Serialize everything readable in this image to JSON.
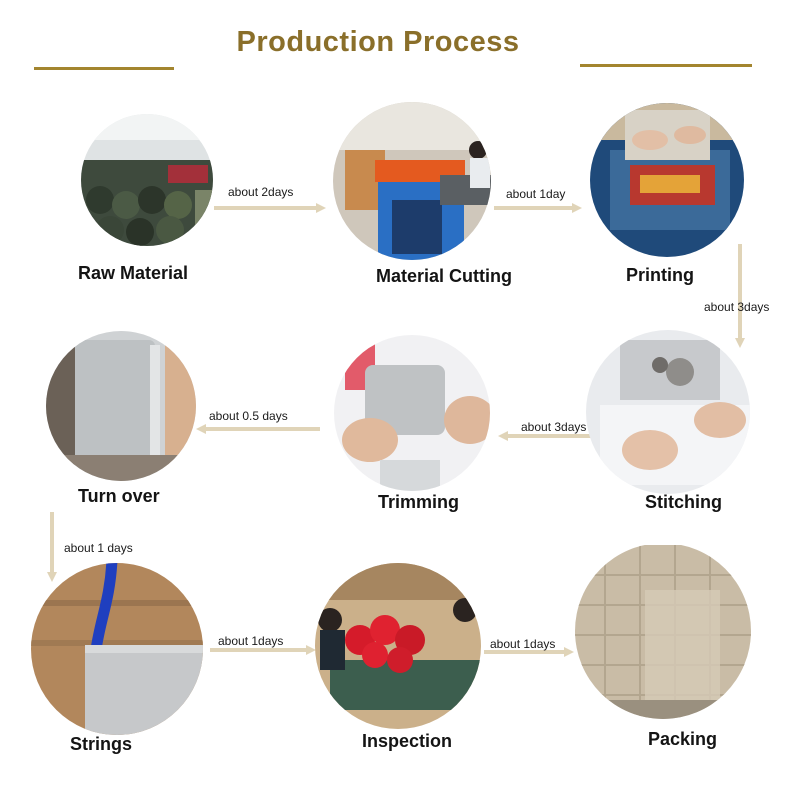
{
  "title": "Production Process",
  "steps": {
    "raw_material": "Raw Material",
    "material_cutting": "Material Cutting",
    "printing": "Printing",
    "stitching": "Stitching",
    "trimming": "Trimming",
    "turn_over": "Turn over",
    "strings": "Strings",
    "inspection": "Inspection",
    "packing": "Packing"
  },
  "durations": {
    "raw_to_cutting": "about 2days",
    "cutting_to_printing": "about 1day",
    "printing_to_stitching": "about 3days",
    "stitching_to_trimming": "about 3days",
    "trimming_to_turnover": "about 0.5 days",
    "turnover_to_strings": "about 1 days",
    "strings_to_inspection": "about 1days",
    "inspection_to_packing": "about 1days"
  },
  "colors": {
    "title": "#8a6f2a",
    "rule": "#a3852f",
    "arrow": "#e0d4b8"
  }
}
